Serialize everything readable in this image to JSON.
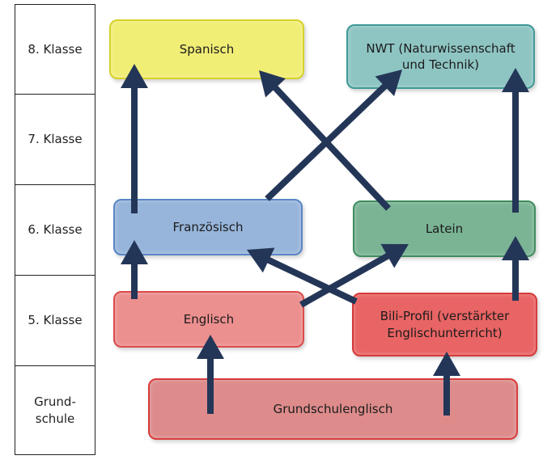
{
  "grades": [
    {
      "id": "8",
      "label": "8. Klasse"
    },
    {
      "id": "7",
      "label": "7. Klasse"
    },
    {
      "id": "6",
      "label": "6. Klasse"
    },
    {
      "id": "5",
      "label": "5. Klasse"
    },
    {
      "id": "gs",
      "label": "Grund-\nschule"
    }
  ],
  "subjects": {
    "spanisch": {
      "label": "Spanisch",
      "fill": "#f1ee76",
      "border": "#d6d229"
    },
    "nwt": {
      "label": "NWT (Naturwissenschaft\nund Technik)",
      "fill": "#8ec5c3",
      "border": "#3f9a97"
    },
    "franzoesisch": {
      "label": "Französisch",
      "fill": "#97b5da",
      "border": "#5b86c6"
    },
    "latein": {
      "label": "Latein",
      "fill": "#7bb495",
      "border": "#3f8c5e"
    },
    "englisch": {
      "label": "Englisch",
      "fill": "#ec8f8f",
      "border": "#dd4b4b"
    },
    "bili": {
      "label": "Bili-Profil (verstärkter\nEnglischunterricht)",
      "fill": "#e96464",
      "border": "#d63a3a"
    },
    "grundschulenglisch": {
      "label": "Grundschulenglisch",
      "fill": "#dd8b8b",
      "border": "#d93c3c"
    }
  },
  "arrow_color": "#243657"
}
